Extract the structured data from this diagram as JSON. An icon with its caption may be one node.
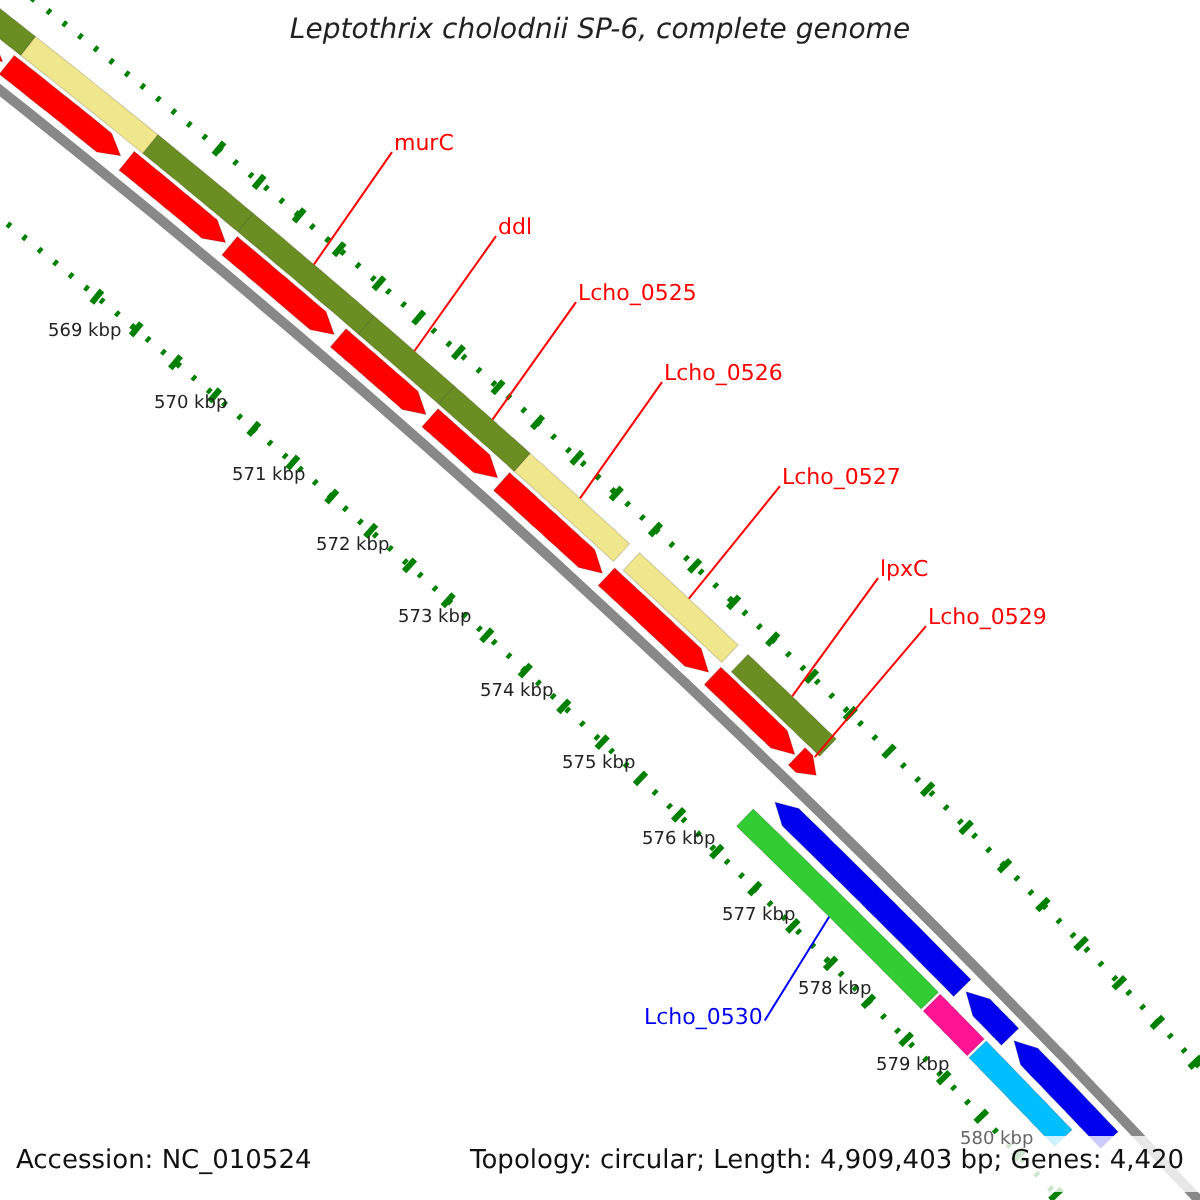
{
  "diagram": {
    "title": "Leptothrix cholodnii SP-6, complete genome",
    "nodes": [
      {
        "text": [
          "murC"
        ]
      },
      {
        "text": [
          "ddl"
        ]
      },
      {
        "text": [
          "Lcho_0525"
        ]
      },
      {
        "text": [
          "Lcho_0526"
        ]
      },
      {
        "text": [
          "Lcho_0527"
        ]
      },
      {
        "text": [
          "lpxC"
        ]
      },
      {
        "text": [
          "Lcho_0529"
        ]
      },
      {
        "text": [
          "Lcho_0530"
        ]
      },
      {
        "text": [],
        "shape": "bar"
      },
      {
        "text": [],
        "shape": "bar"
      },
      {
        "text": [],
        "shape": "bar"
      },
      {
        "text": [],
        "shape": "bar"
      },
      {
        "text": [],
        "shape": "bar"
      },
      {
        "text": [],
        "shape": "bar"
      },
      {
        "text": [],
        "shape": "bar"
      },
      {
        "text": [],
        "shape": "bar"
      },
      {
        "text": [],
        "shape": "bar"
      },
      {
        "text": [],
        "shape": "pentagon"
      },
      {
        "text": [],
        "shape": "pentagon"
      },
      {
        "text": [],
        "shape": "pentagon"
      },
      {
        "text": [],
        "shape": "pentagon"
      },
      {
        "text": [],
        "shape": "pentagon"
      },
      {
        "text": [],
        "shape": "pentagon"
      },
      {
        "text": [],
        "shape": "pentagon"
      },
      {
        "text": [],
        "shape": "pentagon"
      },
      {
        "text": [],
        "shape": "pentagon"
      },
      {
        "text": [],
        "shape": "pentagon"
      },
      {
        "text": [],
        "shape": "pentagon"
      },
      {
        "text": [],
        "shape": "pentagon"
      },
      {
        "text": [],
        "shape": "pentagon"
      },
      {
        "text": [],
        "shape": "bar"
      },
      {
        "text": [],
        "shape": "bar"
      },
      {
        "text": [],
        "shape": "bar"
      }
    ],
    "edges": [
      {
        "from": 0,
        "to": 11,
        "arrow": "none"
      },
      {
        "from": 1,
        "to": 12,
        "arrow": "none"
      },
      {
        "from": 2,
        "to": 13,
        "arrow": "none"
      },
      {
        "from": 3,
        "to": 14,
        "arrow": "none"
      },
      {
        "from": 4,
        "to": 15,
        "arrow": "none"
      },
      {
        "from": 5,
        "to": 16,
        "arrow": "none"
      },
      {
        "from": 6,
        "to": 26,
        "arrow": "none"
      },
      {
        "from": 7,
        "to": 30,
        "arrow": "none",
        "color": "#0000ff"
      }
    ],
    "labels": [
      "569 kbp",
      "570 kbp",
      "571 kbp",
      "572 kbp",
      "573 kbp",
      "574 kbp",
      "575 kbp",
      "576 kbp",
      "577 kbp",
      "578 kbp",
      "579 kbp",
      "580 kbp",
      "Accession: NC_010524",
      "Topology: circular; Length: 4,909,403 bp; Genes: 4,420"
    ]
  }
}
